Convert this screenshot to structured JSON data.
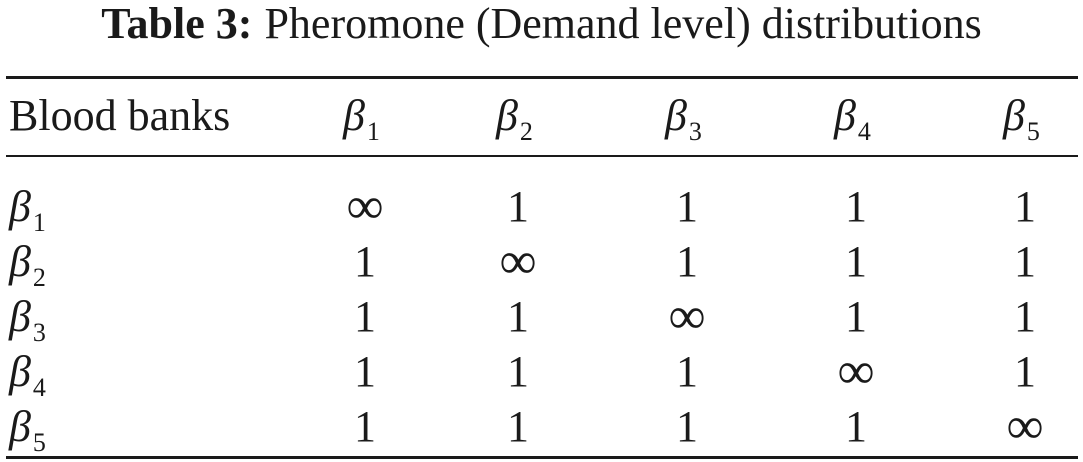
{
  "caption": {
    "label": "Table 3:",
    "text": "Pheromone (Demand level) distributions"
  },
  "table": {
    "header": {
      "first": "Blood banks",
      "columns": [
        {
          "symbol": "β",
          "sub": "1"
        },
        {
          "symbol": "β",
          "sub": "2"
        },
        {
          "symbol": "β",
          "sub": "3"
        },
        {
          "symbol": "β",
          "sub": "4"
        },
        {
          "symbol": "β",
          "sub": "5"
        }
      ]
    },
    "rows": [
      {
        "symbol": "β",
        "sub": "1",
        "cells": [
          "∞",
          "1",
          "1",
          "1",
          "1"
        ]
      },
      {
        "symbol": "β",
        "sub": "2",
        "cells": [
          "1",
          "∞",
          "1",
          "1",
          "1"
        ]
      },
      {
        "symbol": "β",
        "sub": "3",
        "cells": [
          "1",
          "1",
          "∞",
          "1",
          "1"
        ]
      },
      {
        "symbol": "β",
        "sub": "4",
        "cells": [
          "1",
          "1",
          "1",
          "∞",
          "1"
        ]
      },
      {
        "symbol": "β",
        "sub": "5",
        "cells": [
          "1",
          "1",
          "1",
          "1",
          "∞"
        ]
      }
    ]
  }
}
